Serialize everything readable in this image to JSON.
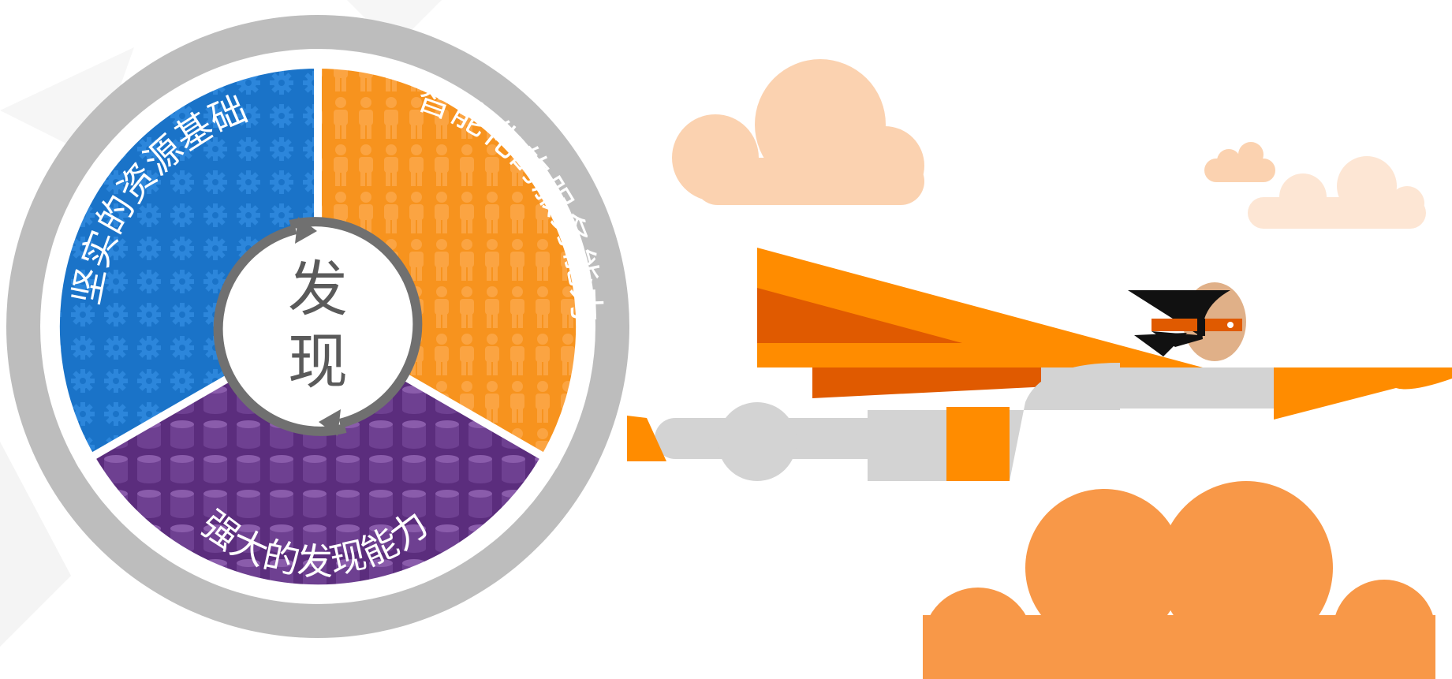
{
  "diagram": {
    "center": {
      "line1": "发",
      "line2": "现"
    },
    "segments": [
      {
        "id": "blue",
        "label": "坚实的资源基础",
        "color": "#1a73c8"
      },
      {
        "id": "orange",
        "label": "智能化的服务能力",
        "color": "#f7931e"
      },
      {
        "id": "purple",
        "label": "强大的发现能力",
        "color": "#5b2d7d"
      }
    ],
    "ring_color": "#bdbdbd"
  },
  "illustration": {
    "hero_cape_color": "#ff8c00",
    "hero_cape_shadow_color": "#e05a00",
    "hero_suit_color": "#d3d3d3",
    "cloud_colors": [
      "#fbd2b0",
      "#f89848",
      "#fde6d4"
    ]
  }
}
